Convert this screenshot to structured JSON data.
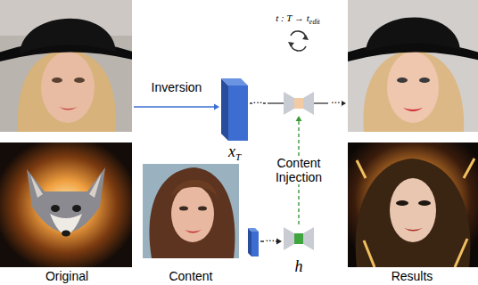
{
  "diagram": {
    "nodes": [
      {
        "text": [
          "Original"
        ]
      },
      {
        "text": [
          "x",
          "T"
        ]
      },
      {
        "text": [
          "t : T → t",
          "edit"
        ]
      },
      {
        "text": [
          "Content"
        ]
      },
      {
        "text": [
          "h"
        ]
      },
      {
        "text": [
          "Results"
        ]
      }
    ],
    "edges": [
      {
        "from": 0,
        "to": 1,
        "arrow": "to",
        "label": "Inversion"
      },
      {
        "from": 1,
        "to": 2,
        "arrow": "none",
        "label": "..."
      },
      {
        "from": 2,
        "to": 5,
        "arrow": "to",
        "label": "..."
      },
      {
        "from": 3,
        "to": 4,
        "arrow": "to",
        "label": "..."
      },
      {
        "from": 4,
        "to": 2,
        "arrow": "to",
        "label": "Content Injection"
      }
    ]
  }
}
